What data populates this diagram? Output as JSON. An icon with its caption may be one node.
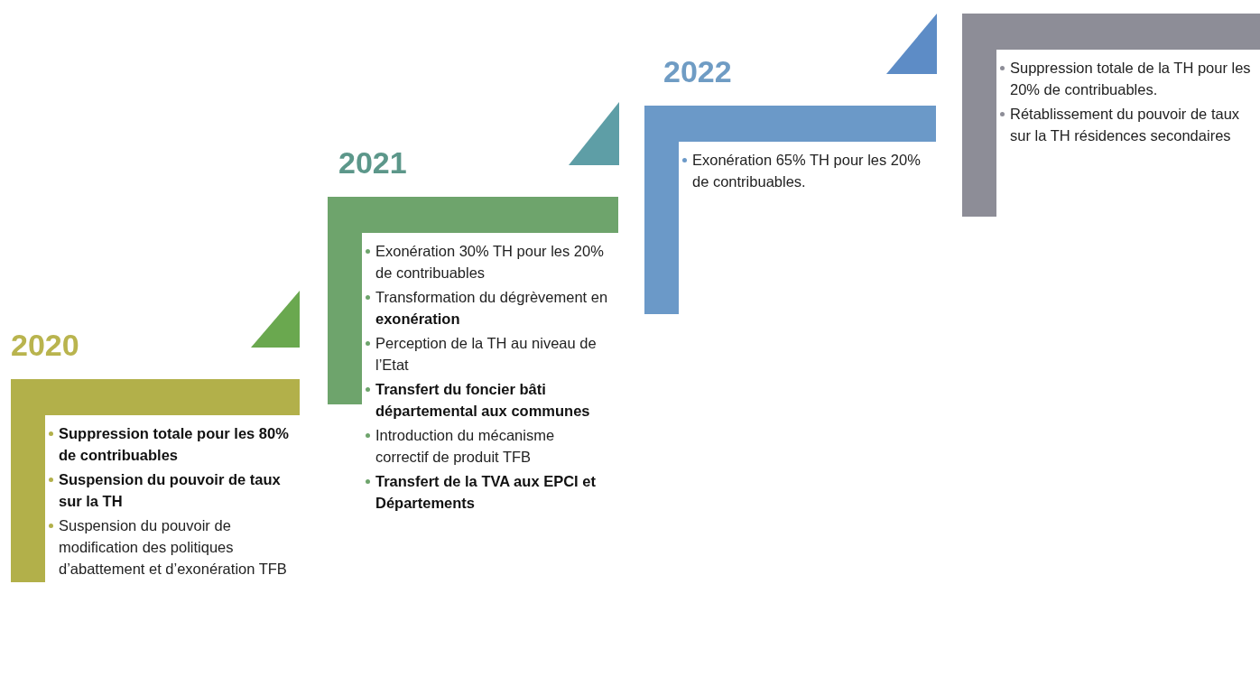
{
  "diagram": {
    "nodes": [
      {
        "text": [
          "2020",
          "**Suppression totale pour les 80% de contribuables**",
          "**Suspension du pouvoir de taux sur la TH**",
          "Suspension du pouvoir de modification des politiques d’abattement et d’exonération TFB"
        ]
      },
      {
        "text": [
          "2021",
          "Exonération 30% TH pour les 20% de contribuables",
          "Transformation du dégrèvement en **exonération**",
          "Perception de la TH au niveau de l’Etat",
          "**Transfert du foncier bâti départemental aux communes**",
          "Introduction du mécanisme correctif de produit TFB",
          "**Transfert de la TVA aux EPCI et Départements**"
        ]
      },
      {
        "text": [
          "2022",
          "Exonération 65% TH pour les 20% de contribuables."
        ]
      },
      {
        "text": [
          "Suppression totale de la TH pour les 20% de contribuables.",
          "Rétablissement du pouvoir de taux sur la TH résidences secondaires"
        ]
      }
    ]
  }
}
